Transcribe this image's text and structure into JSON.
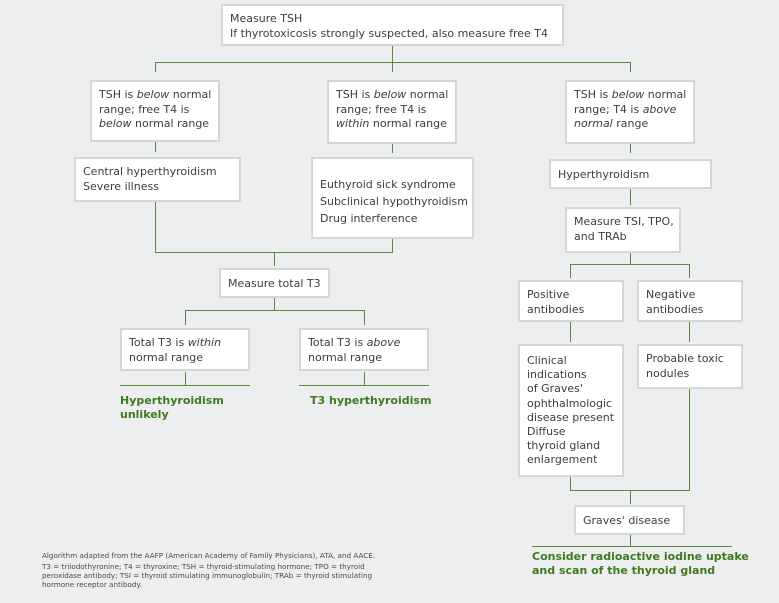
{
  "colors": {
    "background": "#eceeef",
    "box_border": "#d4d7d9",
    "connector": "#5a8a3a",
    "outcome_text": "#3e7a1e"
  },
  "nodes": {
    "measure_tsh": {
      "l1": "Measure TSH",
      "l2": "If thyrotoxicosis strongly suspected, also measure free T4"
    },
    "branch_left": {
      "a1": "TSH is ",
      "a2": "below",
      "a3": " normal",
      "b": "range; free T4 is",
      "c1": "below",
      "c2": " normal range"
    },
    "branch_middle": {
      "a1": "TSH is ",
      "a2": "below",
      "a3": " normal",
      "b": "range; free T4 is",
      "c1": "within",
      "c2": " normal range"
    },
    "branch_right": {
      "a1": "TSH is ",
      "a2": "below",
      "a3": " normal",
      "b1": "range; T4 is ",
      "b2": "above",
      "c1": "normal",
      "c2": " range"
    },
    "central": {
      "l1": "Central hyperthyroidism",
      "l2": "Severe illness"
    },
    "euthyroid": {
      "l1": "Euthyroid sick syndrome",
      "l2": "Subclinical hypothyroidism",
      "l3": "Drug interference"
    },
    "hyperthyroidism": {
      "l1": "Hyperthyroidism"
    },
    "measure_tsi": {
      "l1": "Measure TSI, TPO,",
      "l2": "and TRAb"
    },
    "measure_t3": {
      "l1": "Measure total T3"
    },
    "t3_within": {
      "a1": "Total T3 is ",
      "a2": "within",
      "b": "normal range"
    },
    "t3_above": {
      "a1": "Total T3 is ",
      "a2": "above",
      "b": "normal range"
    },
    "positive": {
      "l1": "Positive",
      "l2": "antibodies"
    },
    "negative": {
      "l1": "Negative",
      "l2": "antibodies"
    },
    "clinical": {
      "l1": "Clinical",
      "l2": "indications",
      "l3": "of Graves'",
      "l4": "ophthalmologic",
      "l5": "disease present",
      "l6": "Diffuse",
      "l7": "thyroid gland",
      "l8": "enlargement"
    },
    "toxic": {
      "l1": "Probable toxic",
      "l2": "nodules"
    },
    "graves": {
      "l1": "Graves' disease"
    }
  },
  "outcomes": {
    "hyper_unlikely": {
      "l1": "Hyperthyroidism",
      "l2": "unlikely"
    },
    "t3_hyper": {
      "l1": "T3 hyperthyroidism"
    },
    "radioactive": {
      "l1": "Consider radioactive iodine uptake",
      "l2": "and scan of the thyroid gland"
    }
  },
  "footnote": {
    "l1": "Algorithm adapted from the AAFP (American Academy of Family Physicians), ATA, and AACE.",
    "l2": "T3 = triiodothyronine; T4 = thyroxine; TSH = thyroid-stimulating hormone; TPO = thyroid",
    "l3": "peroxidase antibody; TSI = thyroid stimulating immunoglobulin; TRAb = thyroid stimulating",
    "l4": "hormone receptor antibody."
  }
}
